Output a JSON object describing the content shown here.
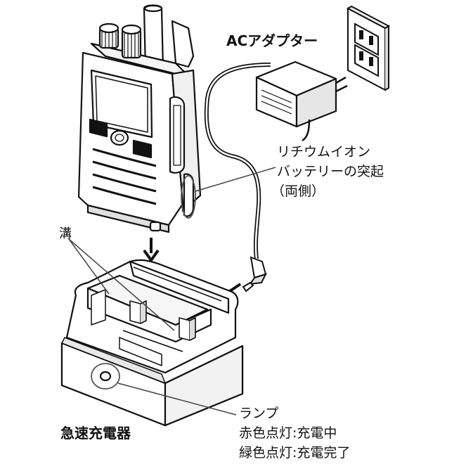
{
  "labels": {
    "ac_adapter": "ACアダプター",
    "battery_protrusion_line1": "リチウムイオン",
    "battery_protrusion_line2": "バッテリーの突起",
    "battery_protrusion_line3": "（両側）",
    "groove": "溝",
    "lamp": "ランプ",
    "lamp_red": "赤色点灯:充電中",
    "lamp_green": "緑色点灯:充電完了",
    "charger": "急速充電器"
  },
  "colors": {
    "line": "#111111",
    "gray": "#555555",
    "fill": "#ffffff"
  }
}
